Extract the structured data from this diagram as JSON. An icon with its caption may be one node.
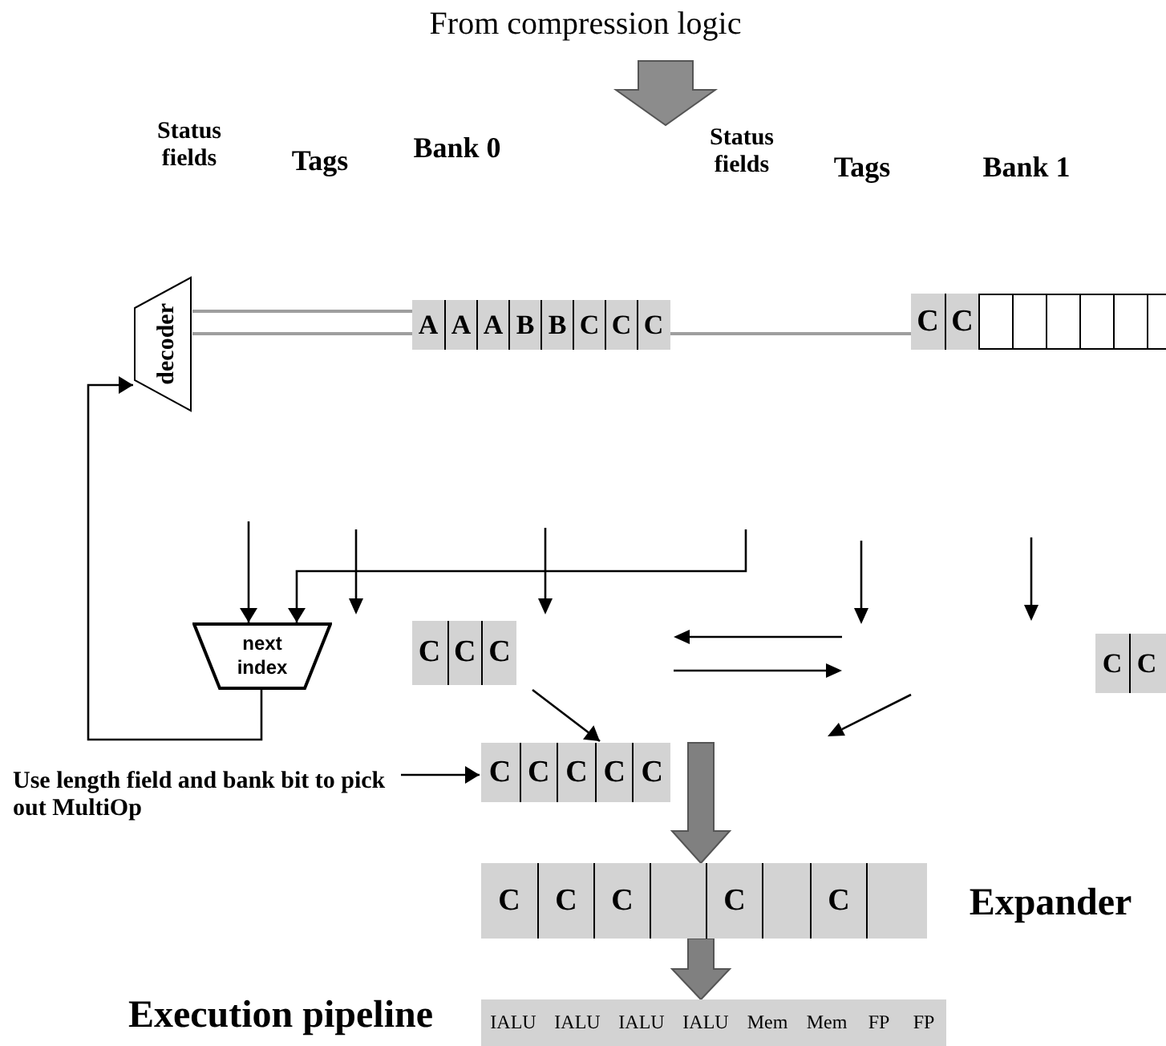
{
  "diagram": {
    "nodes": [
      {
        "text": [
          "decoder"
        ]
      },
      {
        "text": [
          "A",
          "A",
          "A",
          "B",
          "B",
          "C",
          "C",
          "C"
        ]
      },
      {
        "text": [
          "C",
          "C"
        ]
      },
      {
        "text": [
          "next index"
        ]
      },
      {
        "text": [
          "C",
          "C",
          "C"
        ]
      },
      {
        "text": [
          "C",
          "C"
        ]
      },
      {
        "text": [
          "Use length field and bank bit to pick out MultiOp"
        ]
      },
      {
        "text": [
          "C",
          "C",
          "C",
          "C",
          "C"
        ]
      },
      {
        "text": [
          "C",
          "C",
          "C",
          "C",
          "C"
        ],
        "beside": [
          "Expander"
        ]
      },
      {
        "text": [
          "IALU",
          "IALU",
          "IALU",
          "IALU",
          "Mem",
          "Mem",
          "FP",
          "FP"
        ],
        "beside": [
          "Execution pipeline"
        ]
      }
    ],
    "edges": [
      {
        "from": 0,
        "to": 1,
        "arrow": "none",
        "color": "#9e9e9e"
      },
      {
        "from": 0,
        "to": 1,
        "arrow": "none",
        "color": "#9e9e9e"
      },
      {
        "from": 1,
        "to": 2,
        "arrow": "none",
        "color": "#9e9e9e"
      },
      {
        "from": 3,
        "to": 0,
        "arrow": "to"
      },
      {
        "from": null,
        "to": 3,
        "arrow": "to"
      },
      {
        "from": null,
        "to": 3,
        "arrow": "to"
      },
      {
        "from": 4,
        "to": 7,
        "arrow": "to"
      },
      {
        "from": 6,
        "to": 7,
        "arrow": "to"
      },
      {
        "from": 7,
        "to": 8,
        "arrow": "to",
        "style": "thick",
        "color": "#808080"
      },
      {
        "from": 8,
        "to": 9,
        "arrow": "to",
        "style": "thick",
        "color": "#808080"
      }
    ],
    "labels": [
      "From compression logic",
      "Status fields",
      "Tags",
      "Bank 0",
      "Status fields",
      "Tags",
      "Bank 1"
    ]
  }
}
